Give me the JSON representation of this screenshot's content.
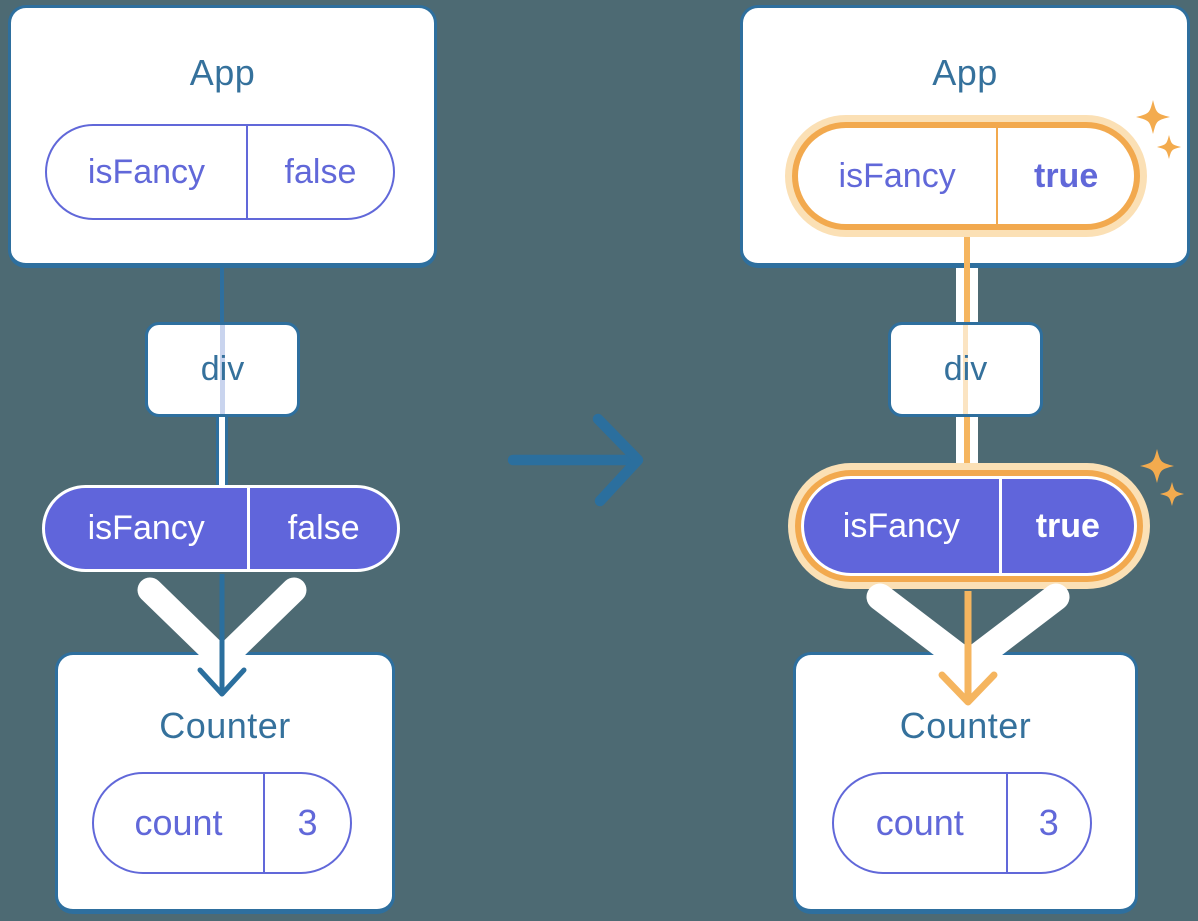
{
  "diagram_title": "Prop change diagram: isFancy false to true",
  "colors": {
    "background": "#4d6a73",
    "card_background": "#ffffff",
    "card_border": "#2e6f9e",
    "title_text": "#35719c",
    "purple": "#6065db",
    "purple_text": "#6168d9",
    "orange_ring": "#f2a94e",
    "orange_glow": "#fbe0b5",
    "orange_flow": "#f5b55f",
    "lavender_flow": "#c9d4ee",
    "peach_flow": "#fbe4c2",
    "transition_arrow": "#2b6f9e"
  },
  "icons": {
    "transition_arrow": "right-arrow",
    "pass_down_chevron": "white-chevron",
    "down_arrow": "down-arrow",
    "sparkles": "four-point-stars"
  },
  "before": {
    "app": {
      "title": "App",
      "prop_name": "isFancy",
      "prop_value": "false"
    },
    "div_label": "div",
    "passed_prop": {
      "name": "isFancy",
      "value": "false"
    },
    "counter": {
      "title": "Counter",
      "state_name": "count",
      "state_value": "3"
    }
  },
  "after": {
    "app": {
      "title": "App",
      "prop_name": "isFancy",
      "prop_value": "true"
    },
    "div_label": "div",
    "passed_prop": {
      "name": "isFancy",
      "value": "true"
    },
    "counter": {
      "title": "Counter",
      "state_name": "count",
      "state_value": "3"
    }
  }
}
